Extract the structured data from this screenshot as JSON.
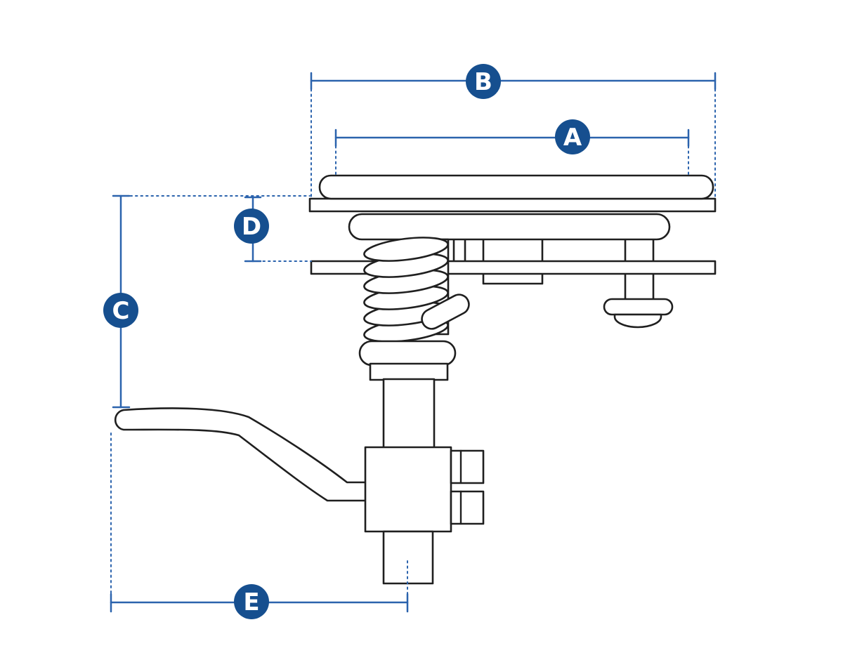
{
  "drawing": {
    "kind": "dimensioned-technical-drawing",
    "dimension_labels": {
      "a": "A",
      "b": "B",
      "c": "C",
      "d": "D",
      "e": "E"
    }
  },
  "colors": {
    "dimension": "#2b63ad",
    "badge": "#164f8f",
    "badge_text": "#ffffff",
    "outline": "#1f1f1f",
    "background": "#ffffff"
  }
}
